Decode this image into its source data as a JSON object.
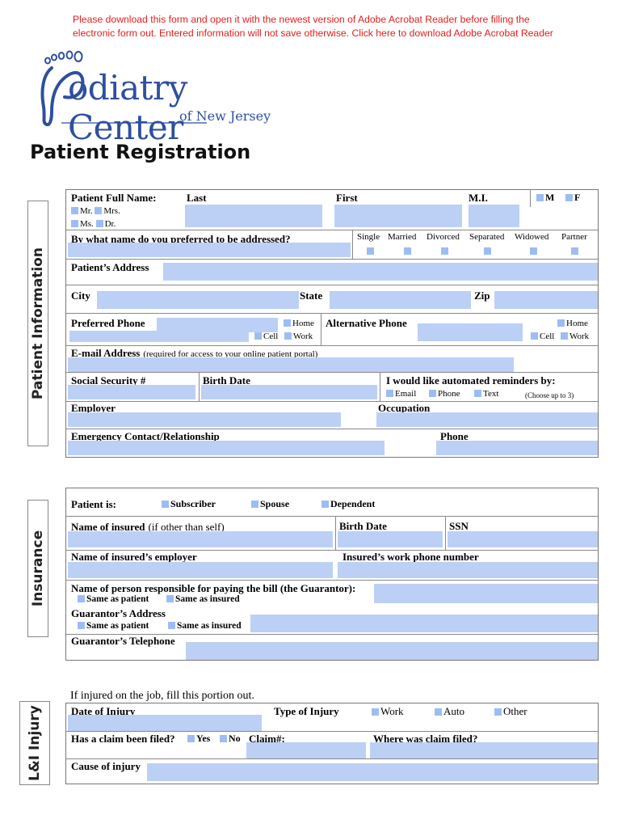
{
  "notice": {
    "line1": "Please download this form and open it with the newest version of Adobe Acrobat Reader before filling the",
    "line2": "electronic form out. Entered information will not save otherwise.",
    "link": "Click here to download Adobe Acrobat Reader"
  },
  "logo": {
    "word1": "odiatry Center",
    "word2": "of New Jersey",
    "brand_color": "#2f4f9e"
  },
  "title": "Patient Registration",
  "colors": {
    "field": "#bcd0f5",
    "checkbox": "#9dbdf2",
    "notice": "#e0201c"
  },
  "patient": {
    "section": "Patient Information",
    "full_name": "Patient Full Name:",
    "last": "Last",
    "first": "First",
    "mi": "M.I.",
    "sex_m": "M",
    "sex_f": "F",
    "mr": "Mr.",
    "mrs": "Mrs.",
    "ms": "Ms.",
    "dr": "Dr.",
    "preferred_name": "By what name do you preferred to be addressed?",
    "marital": [
      "Single",
      "Married",
      "Divorced",
      "Separated",
      "Widowed",
      "Partner"
    ],
    "address": "Patient’s Address",
    "city": "City",
    "state": "State",
    "zip": "Zip",
    "preferred_phone": "Preferred Phone",
    "alt_phone": "Alternative Phone",
    "home": "Home",
    "cell": "Cell",
    "work": "Work",
    "email_label": "E-mail Address",
    "email_note": "(required for access to your online patient portal)",
    "ssn": "Social Security #",
    "birth_date": "Birth Date",
    "reminders": "I would like automated reminders by:",
    "rem_email": "Email",
    "rem_phone": "Phone",
    "rem_text": "Text",
    "rem_note": "(Choose up to 3)",
    "employer": "Employer",
    "occupation": "Occupation",
    "emergency": "Emergency Contact/Relationship",
    "phone": "Phone"
  },
  "insurance": {
    "section": "Insurance",
    "patient_is": "Patient is:",
    "subscriber": "Subscriber",
    "spouse": "Spouse",
    "dependent": "Dependent",
    "insured_name": "Name of insured",
    "insured_name_note": "(if other than self)",
    "birth_date": "Birth Date",
    "ssn": "SSN",
    "insured_employer": "Name of insured’s employer",
    "insured_work_phone": "Insured’s work phone number",
    "guarantor": "Name of person responsible for paying the bill (the Guarantor):",
    "same_patient": "Same as patient",
    "same_insured": "Same as insured",
    "guarantor_address": "Guarantor’s Address",
    "guarantor_phone": "Guarantor’s Telephone"
  },
  "injury": {
    "section": "L&I Injury",
    "intro": "If injured on the job, fill this portion out.",
    "date": "Date of Injury",
    "type": "Type of Injury",
    "work": "Work",
    "auto": "Auto",
    "other": "Other",
    "claim_filed": "Has a claim been filed?",
    "yes": "Yes",
    "no": "No",
    "claim_no": "Claim#:",
    "where_filed": "Where was claim filed?",
    "cause": "Cause of injury"
  }
}
